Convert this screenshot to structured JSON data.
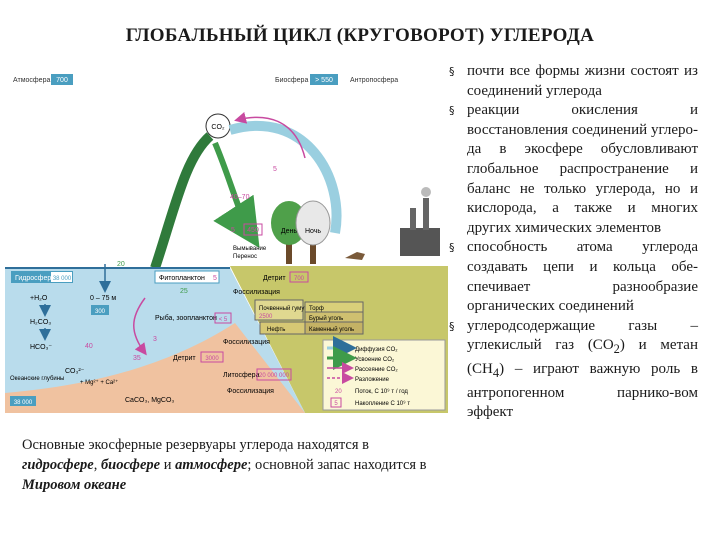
{
  "title": "ГЛОБАЛЬНЫЙ ЦИКЛ (КРУГОВОРОТ) УГЛЕРОДА",
  "diagram": {
    "atmosphere": {
      "label": "Атмосфера",
      "value": "700"
    },
    "biosphere": {
      "label": "Биосфера",
      "value": "> 550"
    },
    "anthroposphere": "Антропосфера",
    "co2": "CO₂",
    "flux_5_top": "5",
    "flux_40_70": "40–70",
    "flux_450": "450",
    "flux_5_mid": "5",
    "day": "День",
    "night": "Ночь",
    "outgassing": "Вымывание",
    "transfer": "Перенос",
    "hydrosphere": {
      "label": "Гидросфера",
      "value": "38 000"
    },
    "phytoplankton": {
      "label": "Фитопланктон",
      "value": "5"
    },
    "flux_20": "20",
    "flux_25": "25",
    "h2o": "+H₂O",
    "h2co3": "H₂CO₃",
    "hco3": "HCO₃⁻",
    "depth": "0 – 75 м",
    "depth_value": "300",
    "fish": "Рыба, зоопланктон",
    "fish_value": "< 5",
    "flux_40": "40",
    "flux_3": "3",
    "flux_35": "35",
    "detritus": "Детрит",
    "detritus_value": "3000",
    "co3": "CO₃²⁻",
    "ions": "+ Mg²⁺ + Ca²⁺",
    "deep_ocean": "Океанские глубины",
    "deep_value": "38 000",
    "carbonates": "CaCO₃, MgCO₃",
    "fossilization": "Фоссилизация",
    "detritus_land": "Детрит",
    "detritus_land_value": "700",
    "soil_humus": "Почвенный гумус",
    "soil_value": "2500",
    "peat": "Торф",
    "brown_coal": "Бурый уголь",
    "oil": "Нефть",
    "coal": "Каменный уголь",
    "fossilization2": "Фоссилизация",
    "lithosphere": {
      "label": "Литосфера",
      "value": "20 000 000"
    },
    "fossilization3": "Фоссилизация",
    "legend": [
      "Диффузия CO₂",
      "Усвоение CO₂",
      "Рассеяние CO₂",
      "Разложение"
    ],
    "legend_flux_num": "20",
    "legend_flux": "Поток, С 10⁹ т / год",
    "legend_store_num": "5",
    "legend_store": "Накопление С 10⁹ т"
  },
  "caption_parts": [
    "Основные экосферные резервуары углерода находятся в ",
    "гидросфере",
    ", ",
    "биосфере",
    " и ",
    "атмосфере",
    "; основной запас находится в ",
    "Мировом океане"
  ],
  "bullets_intro": [
    "почти все формы жизни состоят из соединений углерода",
    "реакции окисления и восстановления соединений углеро-да в экосфере обусловливают глобальное распространение и баланс не только углерода, но и кислорода, а также и многих других химических элементов",
    "способность атома углерода создавать цепи и кольца обе-спечивает разнообразие органических соединений"
  ],
  "bullet4_parts": [
    "углеродсодержащие газы – углекислый газ (CO",
    "2",
    ") и метан (CH",
    "4",
    ") – играют важную роль в антропогенном парнико-вом эффект"
  ],
  "colors": {
    "sky": "#ffffff",
    "sea": "#b9dcec",
    "seabed": "#f0c2a0",
    "land": "#c7c76a",
    "arrow_green": "#3f9b4a",
    "arrow_magenta": "#c84aa0",
    "label_box": "#4a9ec0"
  }
}
